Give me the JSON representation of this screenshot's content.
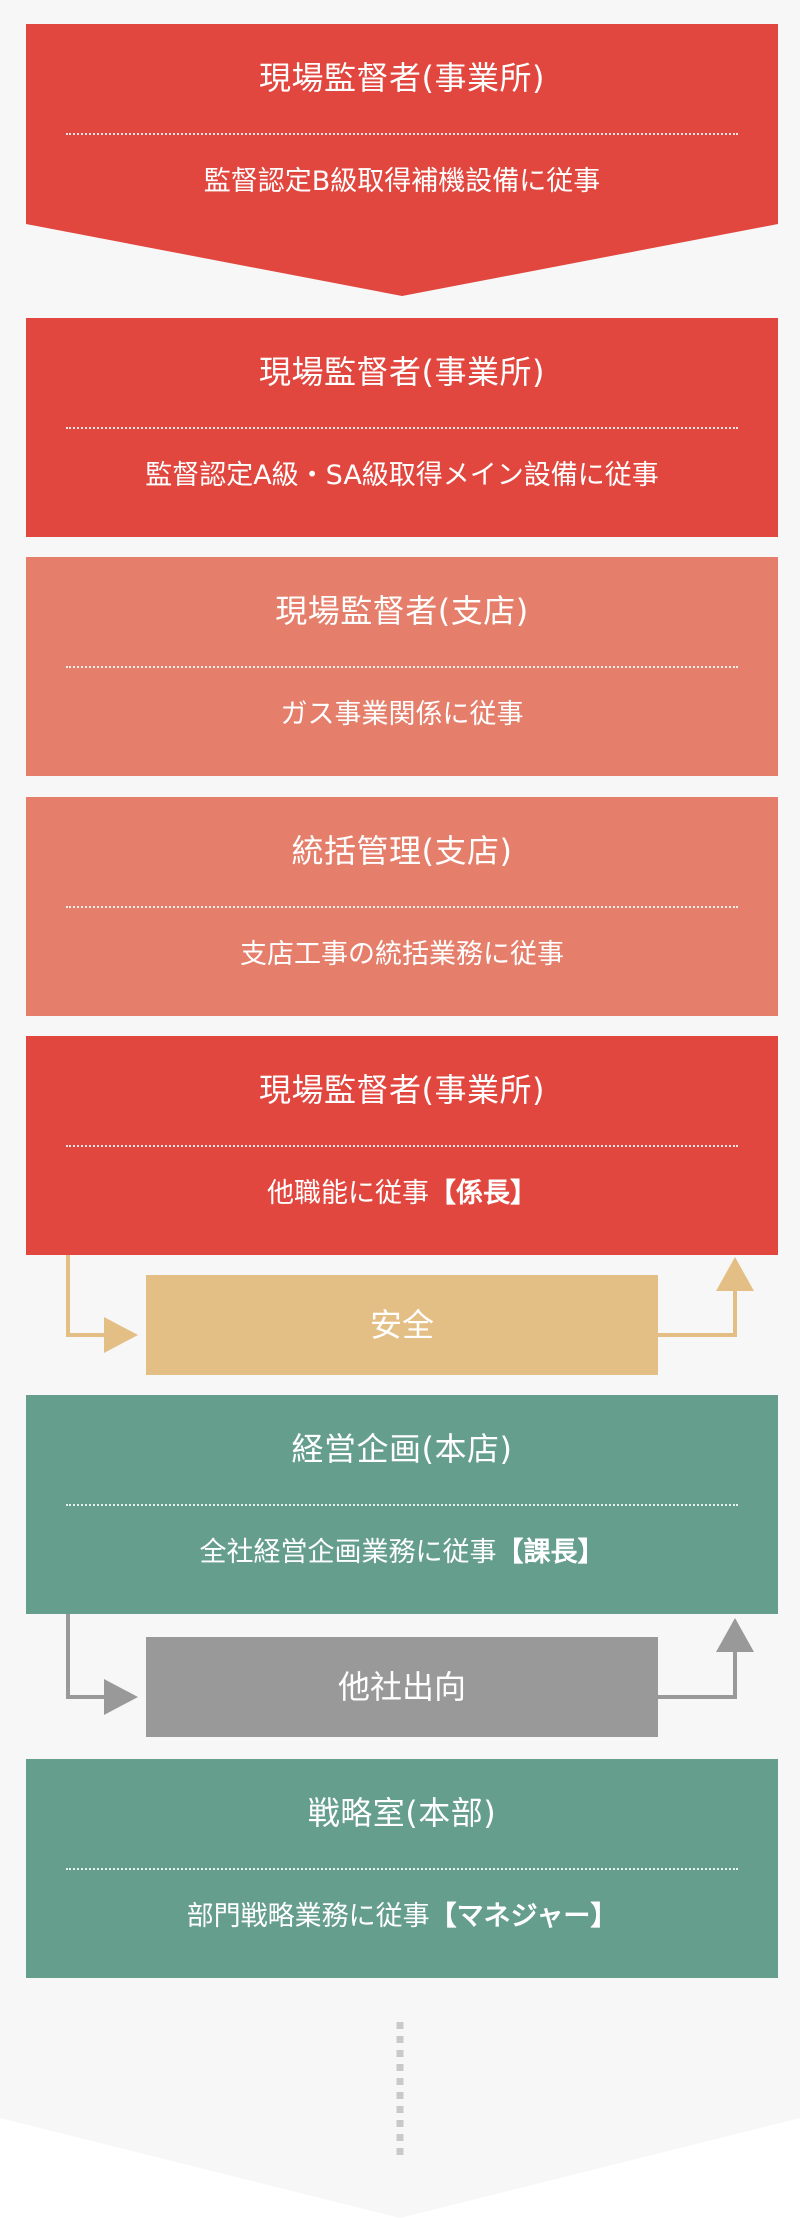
{
  "colors": {
    "red": "#e2473f",
    "salmon": "#e57f6b",
    "green": "#659e8d",
    "yellow": "#e4bf85",
    "gray": "#999999",
    "page_bg": "#f7f7f7"
  },
  "steps": [
    {
      "title": "現場監督者(事業所)",
      "desc_pre": "監督認定B級取得補機設備に従事",
      "desc_bold": ""
    },
    {
      "title": "現場監督者(事業所)",
      "desc_pre": "監督認定A級・SA級取得メイン設備に従事",
      "desc_bold": ""
    },
    {
      "title": "現場監督者(支店)",
      "desc_pre": "ガス事業関係に従事",
      "desc_bold": ""
    },
    {
      "title": "統括管理(支店)",
      "desc_pre": "支店工事の統括業務に従事",
      "desc_bold": ""
    },
    {
      "title": "現場監督者(事業所)",
      "desc_pre": "他職能に従事",
      "desc_bold": "【係長】"
    },
    {
      "title": "経営企画(本店)",
      "desc_pre": "全社経営企画業務に従事",
      "desc_bold": "【課長】"
    },
    {
      "title": "戦略室(本部)",
      "desc_pre": "部門戦略業務に従事",
      "desc_bold": "【マネジャー】"
    }
  ],
  "branches": [
    {
      "label": "安全"
    },
    {
      "label": "他社出向"
    }
  ]
}
